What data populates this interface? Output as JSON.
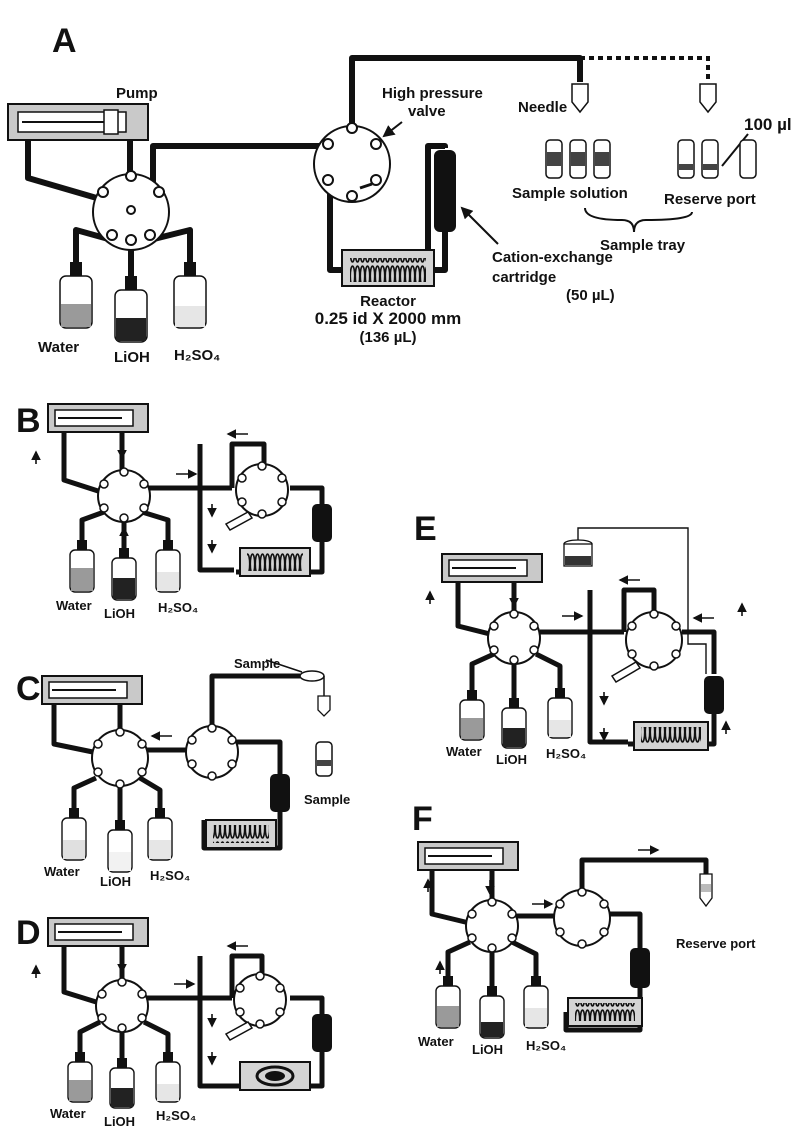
{
  "panels": {
    "a": {
      "label": "A",
      "pump": "Pump",
      "valve_line1": "High pressure",
      "valve_line2": "valve",
      "needle": "Needle",
      "volume": "100 µl",
      "sample_solution": "Sample solution",
      "reserve_port": "Reserve port",
      "sample_tray": "Sample tray",
      "cartridge_line1": "Cation-exchange",
      "cartridge_line2": "cartridge",
      "cartridge_vol": "(50 µL)",
      "reactor": "Reactor",
      "reactor_dims": "0.25 id X 2000 mm",
      "reactor_vol": "(136 µL)",
      "water": "Water",
      "lioh": "LiOH",
      "acid": "H₂SO₄"
    },
    "b": {
      "label": "B",
      "water": "Water",
      "lioh": "LiOH",
      "acid": "H₂SO₄"
    },
    "c": {
      "label": "C",
      "sample_top": "Sample",
      "sample_vial": "Sample",
      "water": "Water",
      "lioh": "LiOH",
      "acid": "H₂SO₄"
    },
    "d": {
      "label": "D",
      "water": "Water",
      "lioh": "LiOH",
      "acid": "H₂SO₄"
    },
    "e": {
      "label": "E",
      "water": "Water",
      "lioh": "LiOH",
      "acid": "H₂SO₄"
    },
    "f": {
      "label": "F",
      "reserve_port": "Reserve port",
      "water": "Water",
      "lioh": "LiOH",
      "acid": "H₂SO₄"
    }
  }
}
